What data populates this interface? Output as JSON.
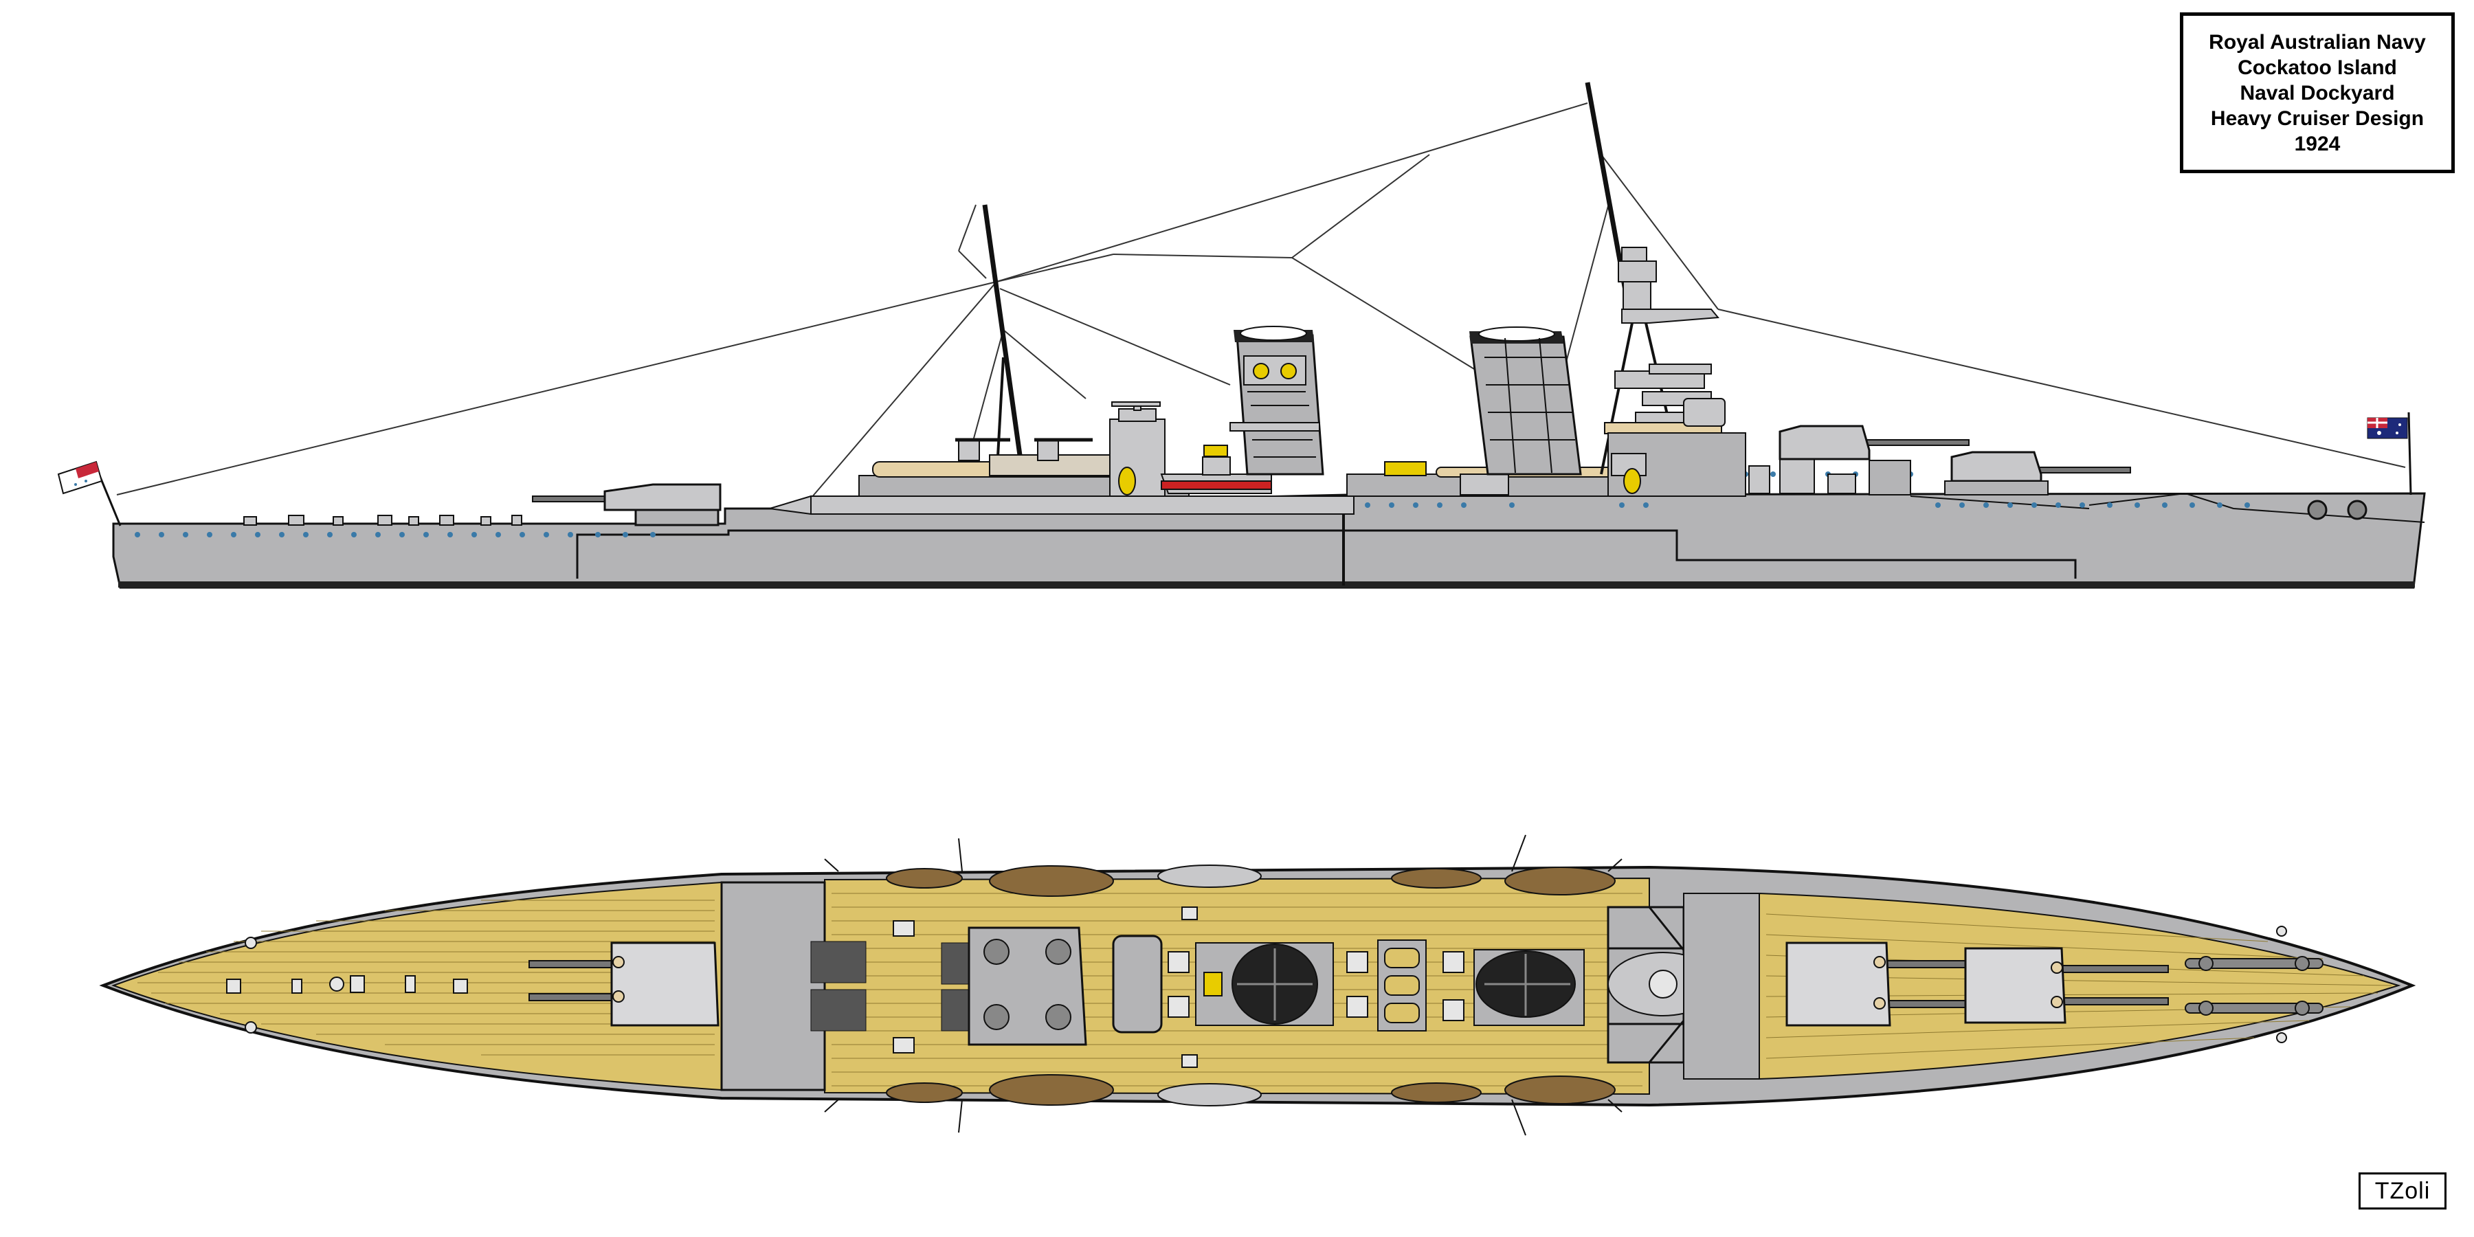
{
  "title_block": {
    "lines": [
      "Royal Australian Navy",
      "Cockatoo Island",
      "Naval Dockyard",
      "Heavy Cruiser Design",
      "1924"
    ]
  },
  "signature": "TZoli",
  "colors": {
    "hull_grey": "#b4b4b6",
    "superstructure_grey": "#c8c8ca",
    "deck_wood": "#dcc36a",
    "boat_brown": "#8a6a3c",
    "boat_canvas": "#e6d2a6",
    "boot_red": "#cc2222",
    "funnel_yellow": "#e8cc00",
    "outline": "#111111",
    "porthole_blue": "#3a7aa8"
  },
  "flags": {
    "stern_ensign": "white-ensign-icon",
    "bow_flag": "australian-flag-icon"
  }
}
